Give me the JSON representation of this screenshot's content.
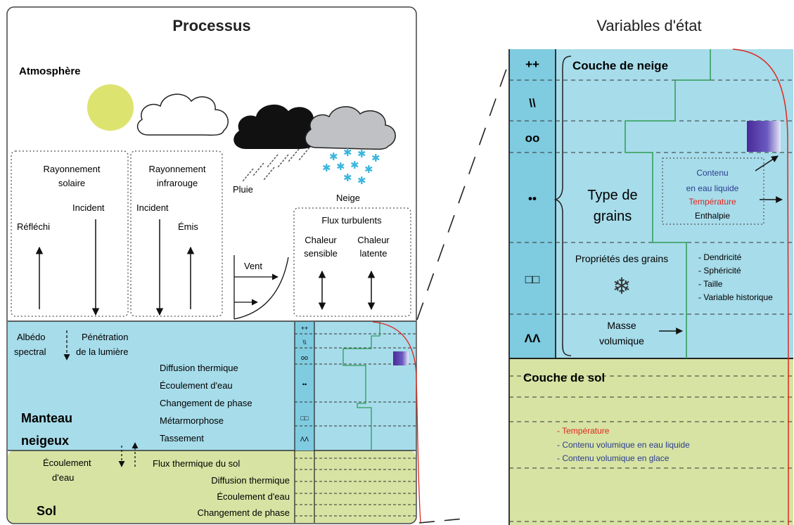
{
  "left_panel": {
    "title": "Processus",
    "atmosphere_label": "Atmosphère",
    "radiation_solar": {
      "line1": "Rayonnement",
      "line2": "solaire",
      "incident": "Incident",
      "reflected": "Réfléchi"
    },
    "radiation_ir": {
      "line1": "Rayonnement",
      "line2": "infrarouge",
      "incident": "Incident",
      "emitted": "Émis"
    },
    "rain_label": "Pluie",
    "snow_label": "Neige",
    "wind_label": "Vent",
    "turbulent": {
      "title": "Flux turbulents",
      "sensible_1": "Chaleur",
      "sensible_2": "sensible",
      "latent_1": "Chaleur",
      "latent_2": "latente"
    },
    "snowpack": {
      "albedo_1": "Albédo",
      "albedo_2": "spectral",
      "penetration_1": "Pénétration",
      "penetration_2": "de la lumière",
      "processes": [
        "Diffusion thermique",
        "Écoulement d'eau",
        "Changement de phase",
        "Métarmorphose",
        "Tassement"
      ],
      "label_1": "Manteau",
      "label_2": "neigeux"
    },
    "soil": {
      "water_flow_1": "Écoulement",
      "water_flow_2": "d'eau",
      "processes": [
        "Flux thermique du sol",
        "Diffusion thermique",
        "Écoulement d'eau",
        "Changement de phase"
      ],
      "label": "Sol"
    },
    "mini_symbols": [
      "++",
      "\\\\",
      "oo",
      "••",
      "□□",
      "ΛΛ"
    ]
  },
  "right_panel": {
    "title": "Variables d'état",
    "snow_layer_label": "Couche de neige",
    "symbols": [
      "++",
      "\\\\",
      "oo",
      "••",
      "□□",
      "ΛΛ"
    ],
    "grain_type_1": "Type de",
    "grain_type_2": "grains",
    "water_content_1": "Contenu",
    "water_content_2": "en eau liquide",
    "temperature": "Température",
    "enthalpy": "Enthalpie",
    "grain_properties": "Propriétés des grains",
    "grain_props_list": [
      "- Dendricité",
      "- Sphéricité",
      "- Taille",
      "- Variable historique"
    ],
    "density_1": "Masse",
    "density_2": "volumique",
    "soil_layer_label": "Couche de sol",
    "soil_vars": [
      "- Température",
      "- Contenu volumique en eau liquide",
      "- Contenu volumique en glace"
    ]
  },
  "colors": {
    "snow_blue": "#a7dcea",
    "column_blue": "#7fcbe0",
    "soil_green": "#d7e3a3",
    "sun_yellow": "#dde36f",
    "temperature_red": "#e0261c",
    "profile_green": "#2e9b53",
    "accent_purple": "#4a2a99"
  }
}
